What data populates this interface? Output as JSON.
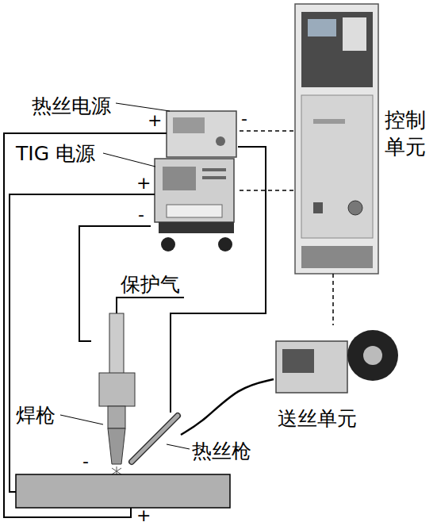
{
  "diagram": {
    "nodes": [
      {
        "text": [
          "控制 单元"
        ]
      },
      {
        "text": [
          "热丝电源"
        ]
      },
      {
        "text": [
          "TIG 电源"
        ]
      },
      {
        "text": [
          "送丝单元"
        ]
      },
      {
        "text": [
          "焊枪"
        ]
      },
      {
        "text": [
          "热丝枪"
        ]
      }
    ],
    "edges": [
      {
        "from": 0,
        "to": 1,
        "arrow": "none"
      },
      {
        "from": 0,
        "to": 2,
        "arrow": "none"
      },
      {
        "from": 0,
        "to": 3,
        "arrow": "none"
      },
      {
        "from": 1,
        "to": 5,
        "arrow": "none"
      },
      {
        "from": 2,
        "to": 4,
        "arrow": "none"
      },
      {
        "from": 3,
        "to": 5,
        "arrow": "none"
      }
    ],
    "labels": [
      "保护气",
      "+",
      "-",
      "+",
      "-",
      "-",
      "+"
    ]
  }
}
